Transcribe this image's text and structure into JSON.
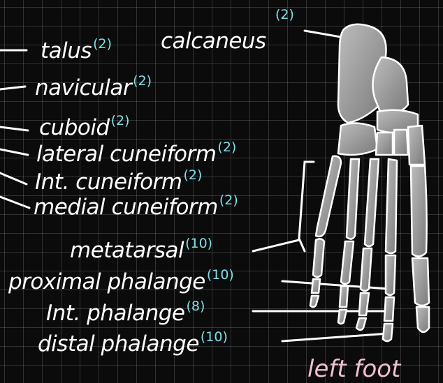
{
  "labels": {
    "talus": {
      "text": "talus",
      "count": "(2)"
    },
    "navicular": {
      "text": "navicular",
      "count": "(2)"
    },
    "cuboid": {
      "text": "cuboid",
      "count": "(2)"
    },
    "lateral_cuneiform": {
      "text": "lateral cuneiform",
      "count": "(2)"
    },
    "int_cuneiform": {
      "text": "Int. cuneiform",
      "count": "(2)"
    },
    "medial_cuneiform": {
      "text": "medial cuneiform",
      "count": "(2)"
    },
    "calcaneus": {
      "text": "calcaneus",
      "count": "(2)"
    },
    "metatarsal": {
      "text": "metatarsal",
      "count": "(10)"
    },
    "proximal_phalange": {
      "text": "proximal phalange",
      "count": "(10)"
    },
    "int_phalange": {
      "text": "Int. phalange",
      "count": "(8)"
    },
    "distal_phalange": {
      "text": "distal phalange",
      "count": "(10)"
    }
  },
  "footer_text": "left foot",
  "colors": {
    "background": "#0b0b0b",
    "grid": "#ffffff",
    "label": "#ffffff",
    "count": "#7ee0e6",
    "footer": "#f0bfd0",
    "bone_fill": "#9a9a9a",
    "bone_outline": "#ffffff"
  }
}
